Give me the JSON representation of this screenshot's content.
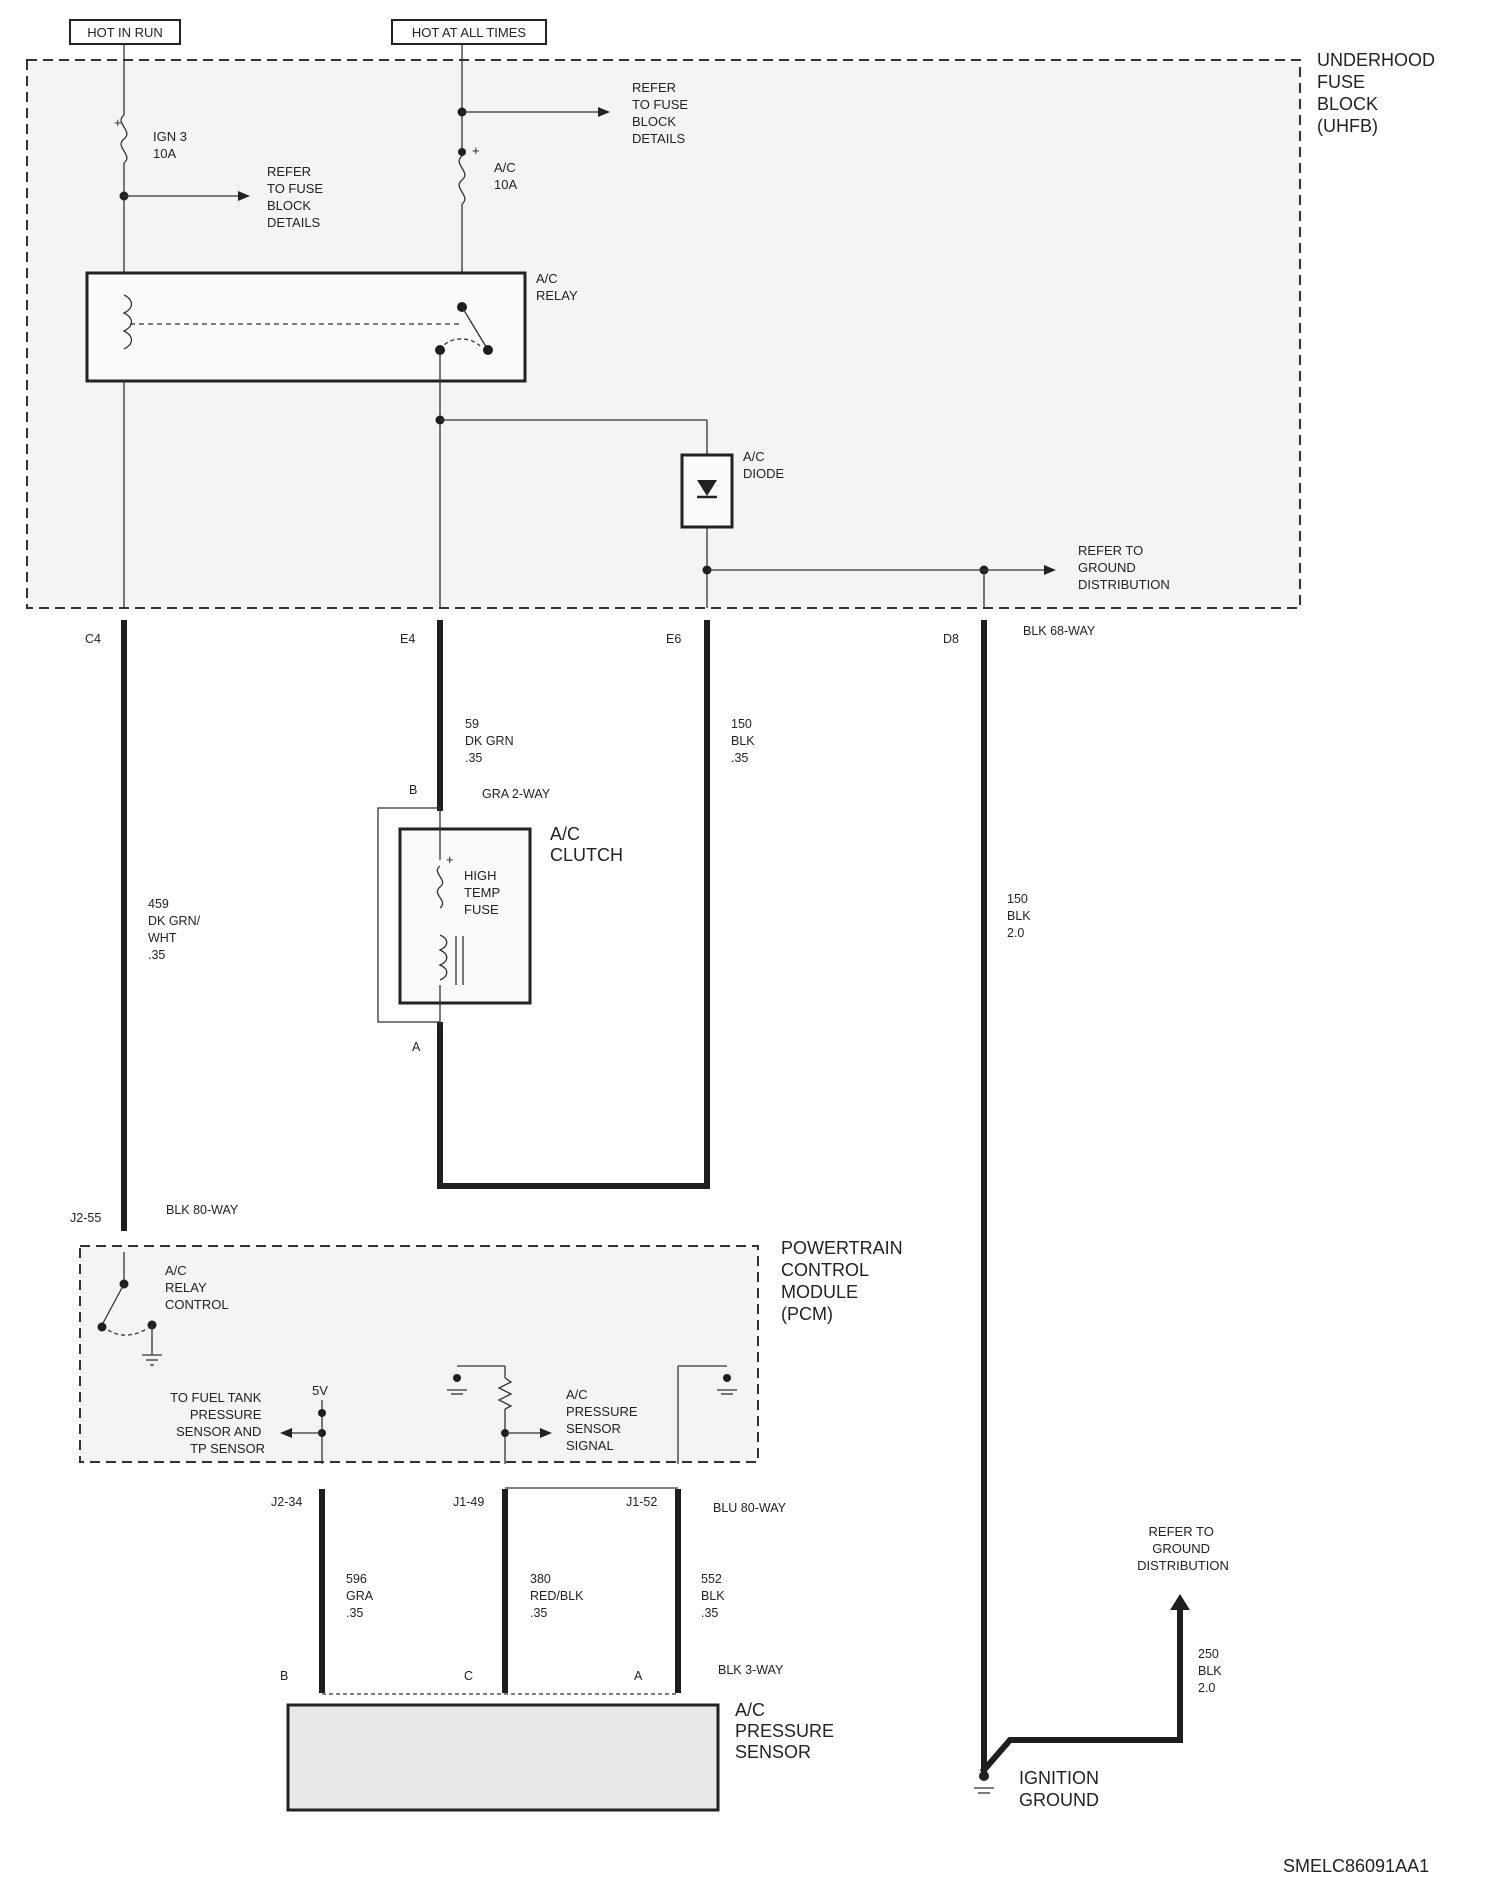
{
  "header": {
    "hot_in_run": "HOT IN RUN",
    "hot_at_all_times": "HOT AT ALL TIMES"
  },
  "uhfb": {
    "title": [
      "UNDERHOOD",
      "FUSE",
      "BLOCK",
      "(UHFB)"
    ],
    "ign3_fuse": [
      "IGN 3",
      "10A"
    ],
    "ac_fuse": [
      "A/C",
      "10A"
    ],
    "refer_fuse_block_1": [
      "REFER",
      "TO FUSE",
      "BLOCK",
      "DETAILS"
    ],
    "refer_fuse_block_2": [
      "REFER",
      "TO FUSE",
      "BLOCK",
      "DETAILS"
    ],
    "ac_relay": [
      "A/C",
      "RELAY"
    ],
    "ac_diode": [
      "A/C",
      "DIODE"
    ],
    "refer_ground": [
      "REFER TO",
      "GROUND",
      "DISTRIBUTION"
    ],
    "connector": "BLK 68-WAY",
    "pins": [
      "C4",
      "E4",
      "E6",
      "D8"
    ]
  },
  "wires": {
    "w59": [
      "59",
      "DK GRN",
      ".35"
    ],
    "w150a": [
      "150",
      "BLK",
      ".35"
    ],
    "w459": [
      "459",
      "DK GRN/",
      "WHT",
      ".35"
    ],
    "w150b": [
      "150",
      "BLK",
      "2.0"
    ],
    "w596": [
      "596",
      "GRA",
      ".35"
    ],
    "w380": [
      "380",
      "RED/BLK",
      ".35"
    ],
    "w552": [
      "552",
      "BLK",
      ".35"
    ],
    "w250": [
      "250",
      "BLK",
      "2.0"
    ]
  },
  "ac_clutch": {
    "title": [
      "A/C",
      "CLUTCH"
    ],
    "connector": "GRA 2-WAY",
    "pin_b": "B",
    "pin_a": "A",
    "fuse": [
      "HIGH",
      "TEMP",
      "FUSE"
    ]
  },
  "pcm": {
    "title": [
      "POWERTRAIN",
      "CONTROL",
      "MODULE",
      "(PCM)"
    ],
    "pin_j2_55": "J2-55",
    "connector_top": "BLK 80-WAY",
    "relay_control": [
      "A/C",
      "RELAY",
      "CONTROL"
    ],
    "fuel_tank": [
      "TO FUEL TANK",
      "PRESSURE",
      "SENSOR AND",
      "TP SENSOR"
    ],
    "five_v": "5V",
    "pressure_signal": [
      "A/C",
      "PRESSURE",
      "SENSOR",
      "SIGNAL"
    ],
    "pins_bottom": [
      "J2-34",
      "J1-49",
      "J1-52"
    ],
    "connector_bottom": "BLU 80-WAY"
  },
  "ac_pressure_sensor": {
    "title": [
      "A/C",
      "PRESSURE",
      "SENSOR"
    ],
    "connector": "BLK 3-WAY",
    "pins": [
      "B",
      "C",
      "A"
    ]
  },
  "ground": {
    "refer": [
      "REFER TO",
      "GROUND",
      "DISTRIBUTION"
    ],
    "ignition_ground": [
      "IGNITION",
      "GROUND"
    ]
  },
  "footer": {
    "code": "SMELC86091AA1"
  }
}
